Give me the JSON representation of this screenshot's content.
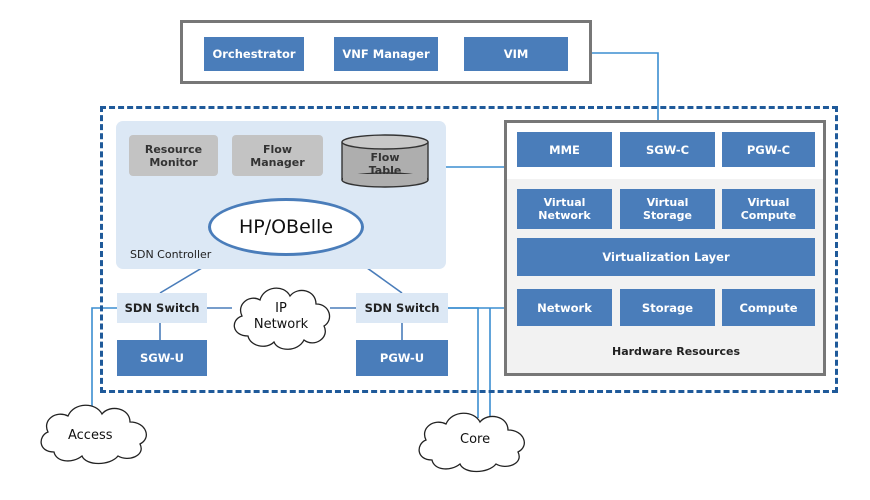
{
  "management": {
    "orchestrator": "Orchestrator",
    "vnf_manager": "VNF Manager",
    "vim": "VIM"
  },
  "sdn_controller": {
    "label": "SDN Controller",
    "resource_monitor": "Resource Monitor",
    "flow_manager": "Flow Manager",
    "flow_table": "Flow Table",
    "controller_name": "HP/OBelle"
  },
  "switches": {
    "left": "SDN Switch",
    "right": "SDN Switch"
  },
  "user_plane": {
    "sgw_u": "SGW-U",
    "pgw_u": "PGW-U"
  },
  "ip_network": "IP Network",
  "clouds": {
    "access": "Access",
    "core": "Core"
  },
  "nfvi": {
    "mme": "MME",
    "sgw_c": "SGW-C",
    "pgw_c": "PGW-C",
    "virtual_network": "Virtual Network",
    "virtual_storage": "Virtual Storage",
    "virtual_compute": "Virtual Compute",
    "virtualization_layer": "Virtualization Layer",
    "network": "Network",
    "storage": "Storage",
    "compute": "Compute",
    "hardware_resources": "Hardware Resources"
  },
  "colors": {
    "box_blue": "#4a7dba",
    "panel_light_blue": "#dce8f5",
    "dashed_border": "#1f5a9a",
    "gray_box": "#c3c3c3",
    "border_gray": "#777777"
  }
}
